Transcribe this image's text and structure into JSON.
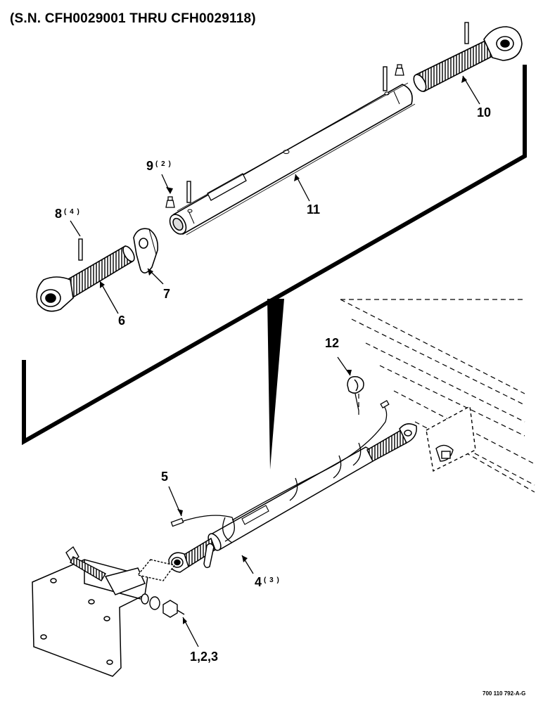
{
  "header": {
    "serial_range": "(S.N. CFH0029001 THRU CFH0029118)"
  },
  "callouts": [
    {
      "id": "10",
      "label": "10",
      "qty": ""
    },
    {
      "id": "11",
      "label": "11",
      "qty": ""
    },
    {
      "id": "9",
      "label": "9",
      "qty": "( 2 )"
    },
    {
      "id": "8",
      "label": "8",
      "qty": "( 4 )"
    },
    {
      "id": "7",
      "label": "7",
      "qty": ""
    },
    {
      "id": "6",
      "label": "6",
      "qty": ""
    },
    {
      "id": "12",
      "label": "12",
      "qty": ""
    },
    {
      "id": "5",
      "label": "5",
      "qty": ""
    },
    {
      "id": "4",
      "label": "4",
      "qty": "( 3 )"
    },
    {
      "id": "1",
      "label": "1,2,3",
      "qty": ""
    }
  ],
  "footer": {
    "drawing_number": "700 110 792-A-G"
  },
  "colors": {
    "ink": "#000000",
    "paper": "#ffffff"
  }
}
